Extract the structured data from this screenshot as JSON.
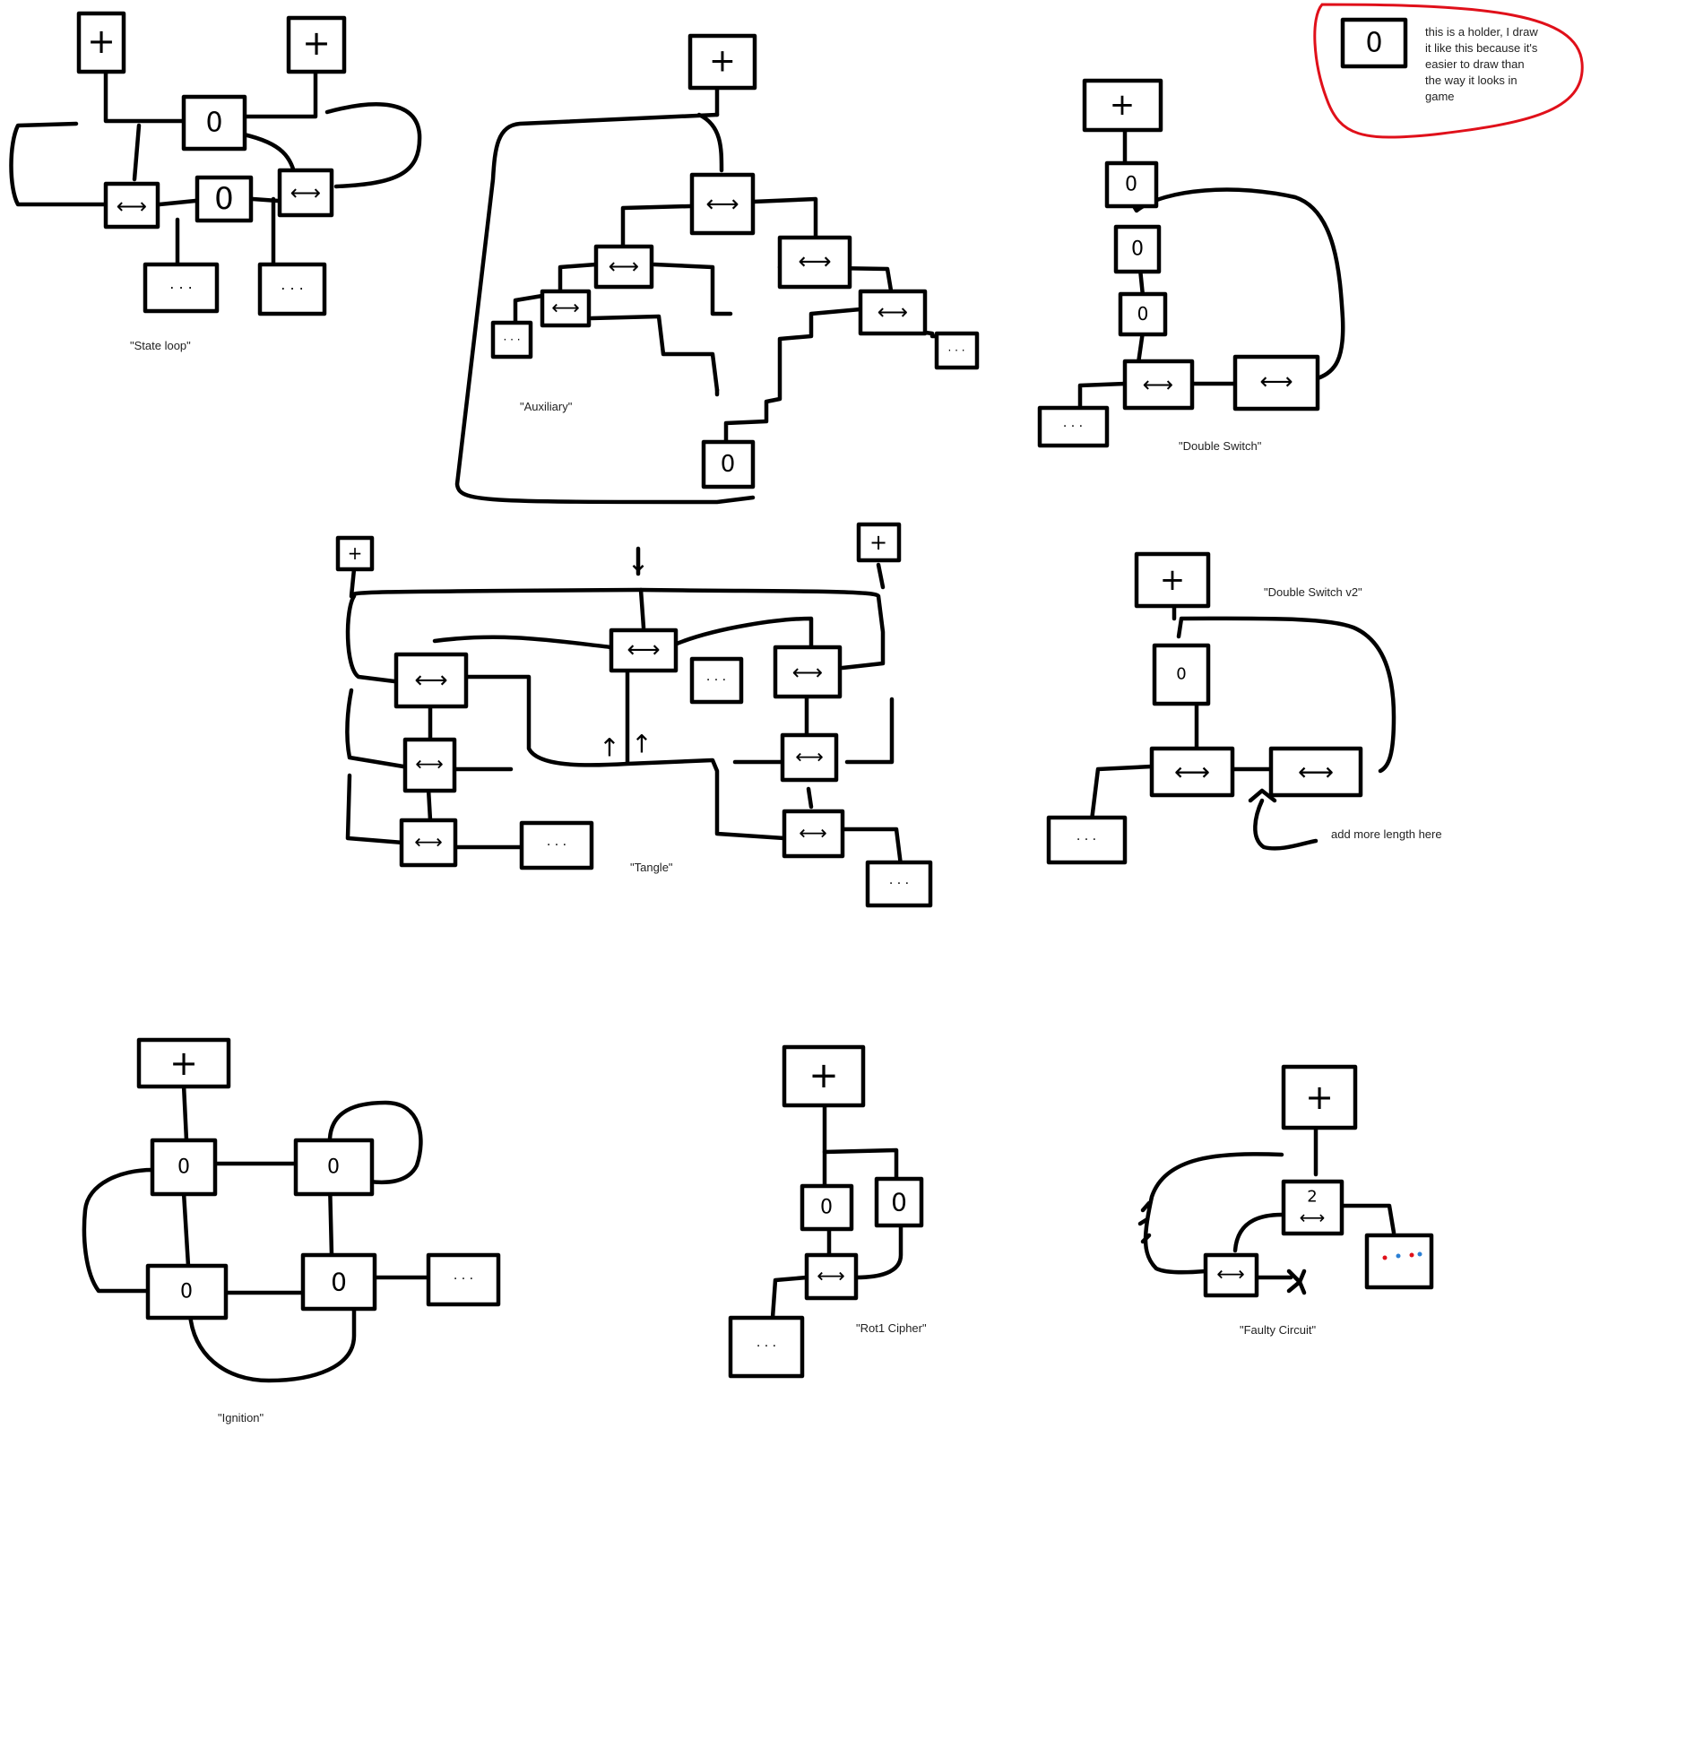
{
  "glyphs": {
    "source": "+",
    "holder": "0",
    "switch": "⟷",
    "dots": "· · ·",
    "arrow_up": "↑",
    "arrow_down": "↓",
    "faulty_number": "2"
  },
  "note": {
    "lines": [
      "this is a holder, I draw",
      "it like this because it's",
      "easier to draw than",
      "the way it looks in",
      "game"
    ]
  },
  "captions": {
    "state_loop": "\"State loop\"",
    "auxiliary": "\"Auxiliary\"",
    "double_switch": "\"Double Switch\"",
    "double_switch_v2": "\"Double Switch v2\"",
    "tangle": "\"Tangle\"",
    "ignition": "\"Ignition\"",
    "rot1_cipher": "\"Rot1 Cipher\"",
    "faulty_circuit": "\"Faulty Circuit\""
  },
  "annotations": {
    "add_length": "add more length here"
  },
  "colors": {
    "ink": "#000000",
    "highlight": "#e0101a",
    "dot_red": "#e0101a",
    "dot_blue": "#2a7fd4"
  }
}
